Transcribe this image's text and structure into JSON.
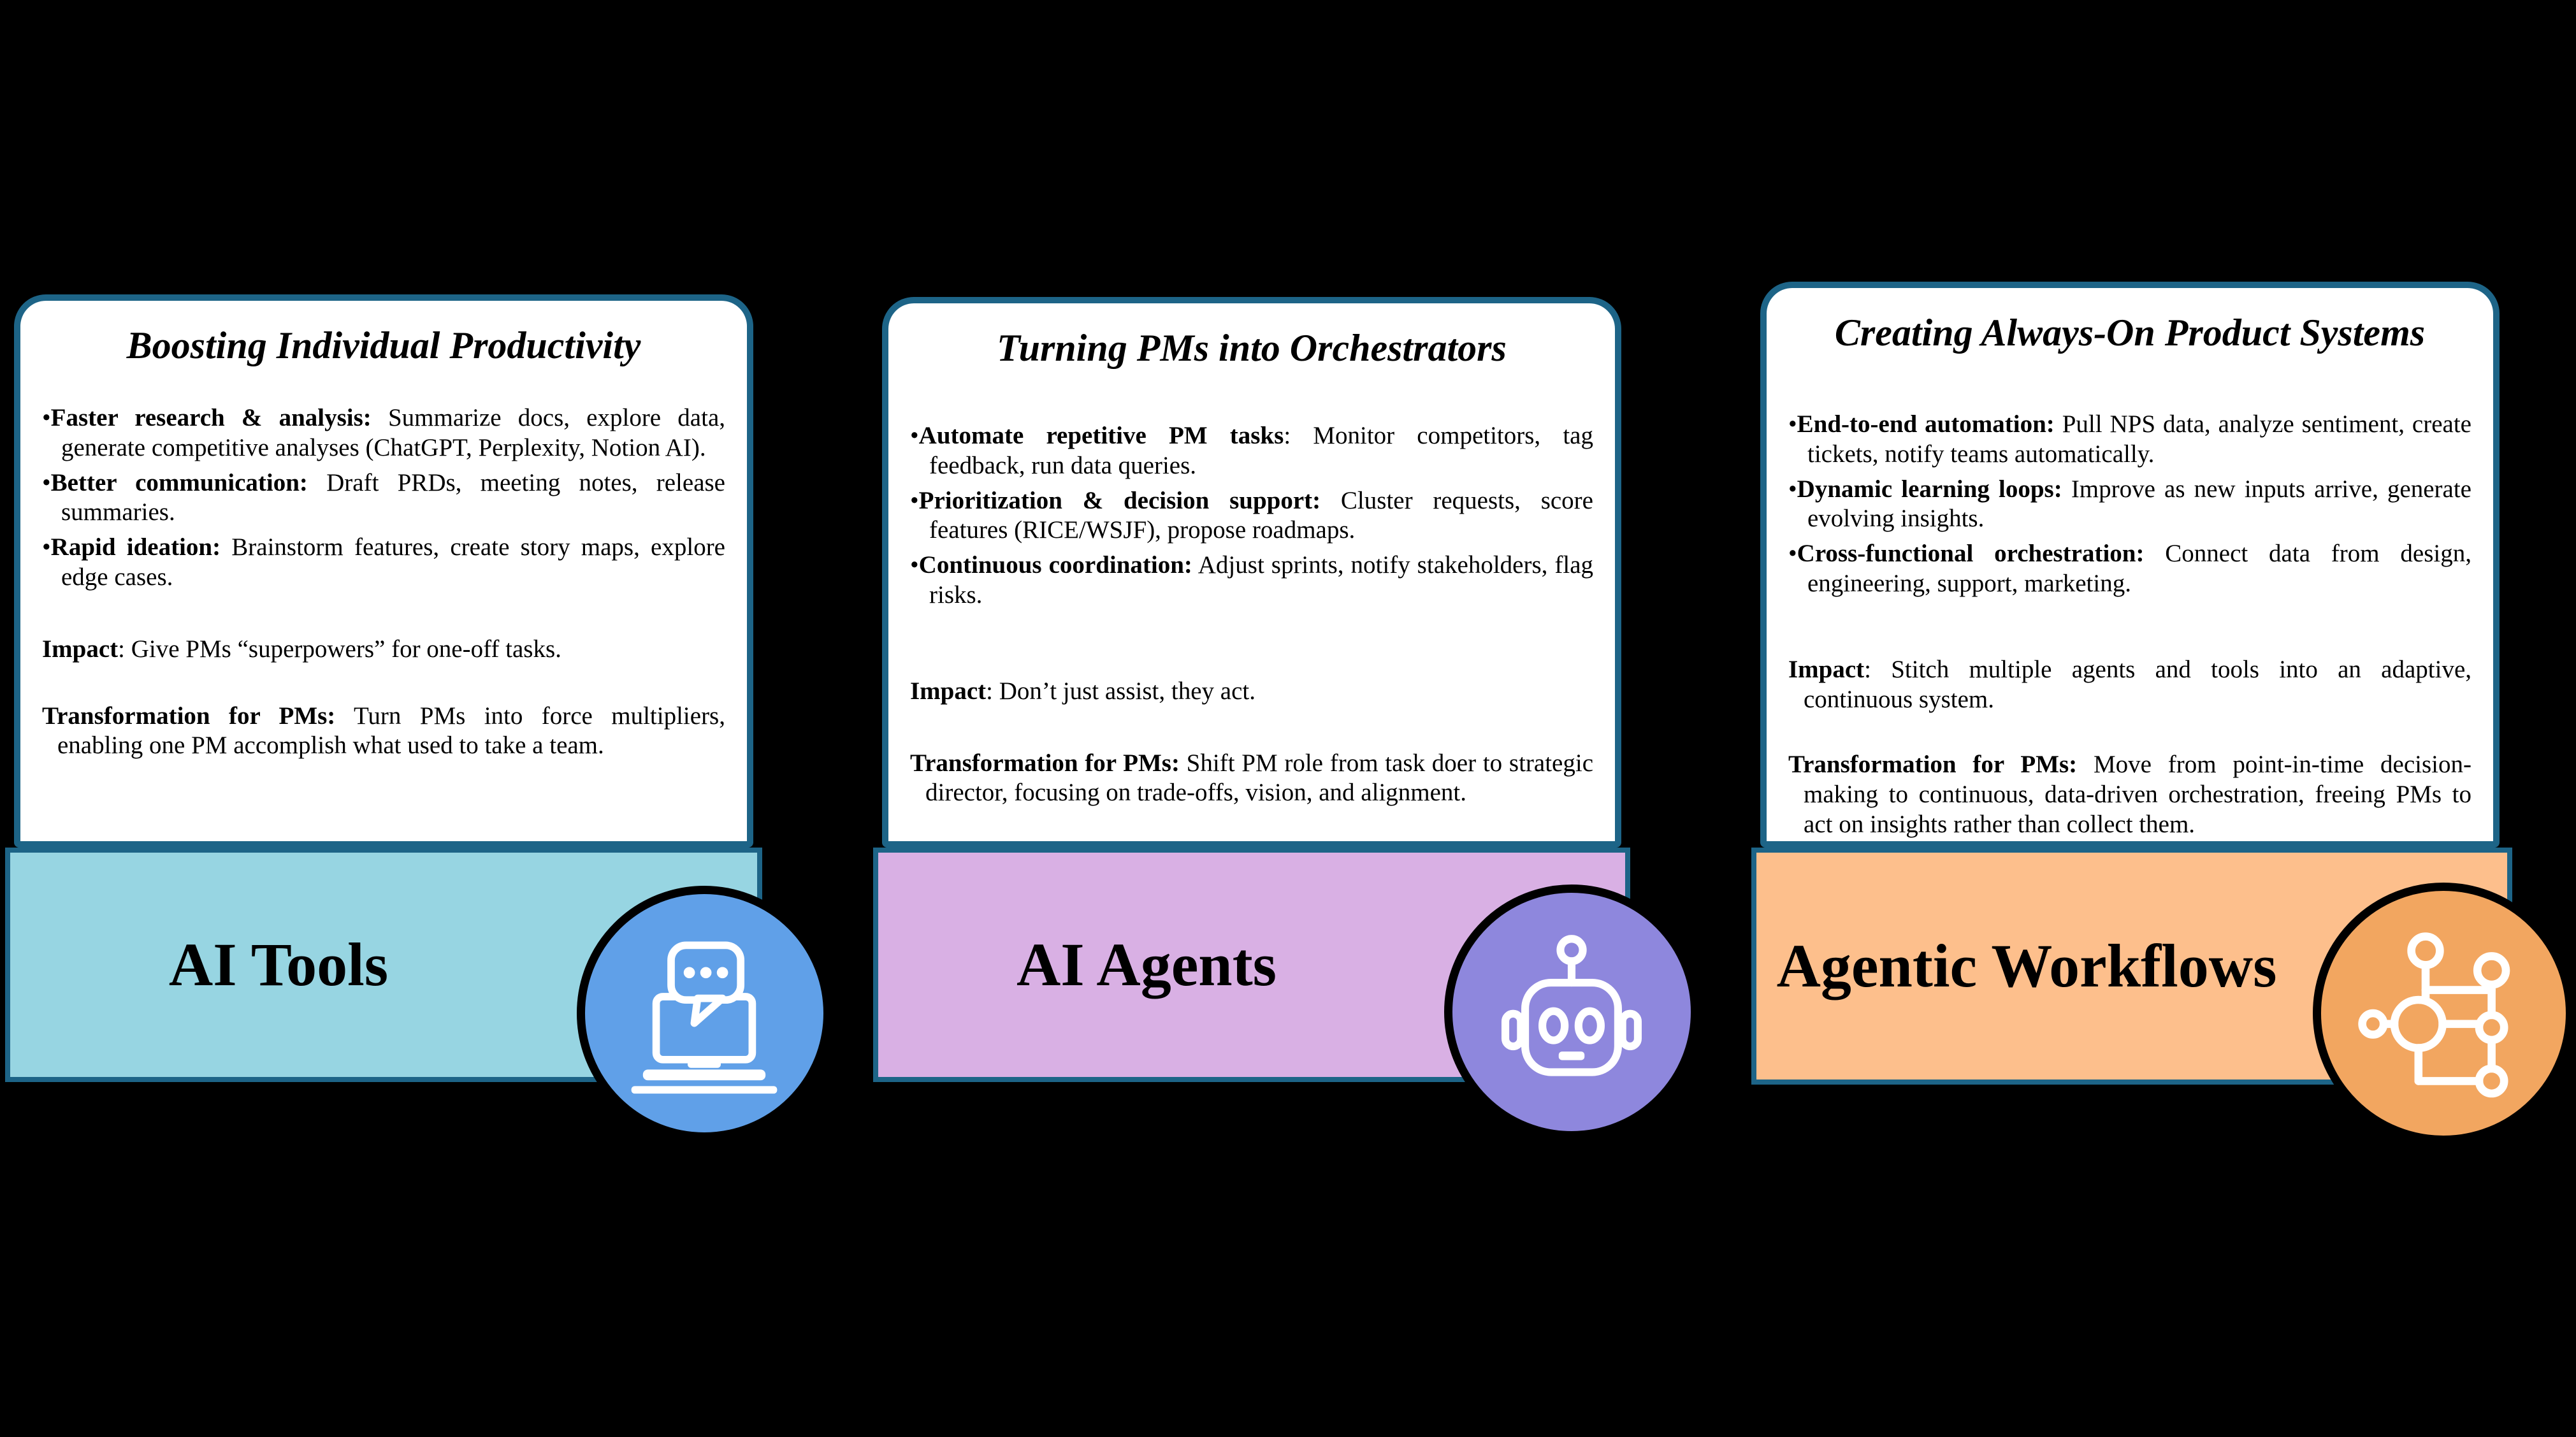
{
  "background_color": "#000000",
  "accent_border_color": "#1d6487",
  "circle_outline_color": "#000000",
  "bullet_char": "•",
  "cards": [
    {
      "title": "Boosting Individual Productivity",
      "bullets": [
        {
          "lead": "Faster research & analysis:",
          "text": " Summarize docs, explore data, generate competitive analyses (ChatGPT, Perplexity, Notion AI)."
        },
        {
          "lead": "Better communication:",
          "text": " Draft PRDs, meeting notes, release summaries."
        },
        {
          "lead": "Rapid ideation:",
          "text": " Brainstorm features, create story maps, explore edge cases."
        }
      ],
      "impact": {
        "lead": "Impact",
        "text": ": Give PMs “superpowers” for one-off tasks."
      },
      "transformation": {
        "lead": "Transformation for PMs:",
        "text": " Turn PMs into force multipliers, enabling one PM accomplish what used to take a team."
      },
      "band": {
        "label": "AI Tools",
        "color": "#97d5e2"
      },
      "icon": {
        "name": "chat-laptop-icon",
        "circle_color": "#60a0e8",
        "glyph_color": "#ffffff"
      }
    },
    {
      "title": "Turning PMs into Orchestrators",
      "bullets": [
        {
          "lead": "Automate repetitive PM tasks",
          "text": ": Monitor competitors, tag feedback, run data queries."
        },
        {
          "lead": "Prioritization & decision support:",
          "text": " Cluster requests, score features (RICE/WSJF), propose roadmaps."
        },
        {
          "lead": "Continuous coordination:",
          "text": " Adjust sprints, notify stakeholders, flag risks."
        }
      ],
      "impact": {
        "lead": "Impact",
        "text": ": Don’t just assist, they act."
      },
      "transformation": {
        "lead": "Transformation for PMs:",
        "text": " Shift PM role from task doer to strategic director, focusing on trade-offs, vision, and alignment."
      },
      "band": {
        "label": "AI Agents",
        "color": "#d9b0e4"
      },
      "icon": {
        "name": "robot-icon",
        "circle_color": "#8e87dd",
        "glyph_color": "#ffffff"
      }
    },
    {
      "title": "Creating Always-On Product Systems",
      "bullets": [
        {
          "lead": "End-to-end automation:",
          "text": " Pull NPS data, analyze sentiment, create tickets, notify teams automatically."
        },
        {
          "lead": "Dynamic learning loops:",
          "text": " Improve as new inputs arrive, generate evolving insights."
        },
        {
          "lead": "Cross-functional orchestration:",
          "text": " Connect data from design, engineering, support, marketing."
        }
      ],
      "impact": {
        "lead": "Impact",
        "text": ": Stitch multiple agents and tools into an adaptive, continuous system."
      },
      "transformation": {
        "lead": "Transformation for PMs:",
        "text": " Move from point-in-time decision-making to continuous, data-driven orchestration, freeing PMs to act on insights rather than collect them."
      },
      "band": {
        "label": "Agentic Workflows",
        "color": "#fdbf8c"
      },
      "icon": {
        "name": "workflow-network-icon",
        "circle_color": "#f2a660",
        "glyph_color": "#ffffff"
      }
    }
  ]
}
